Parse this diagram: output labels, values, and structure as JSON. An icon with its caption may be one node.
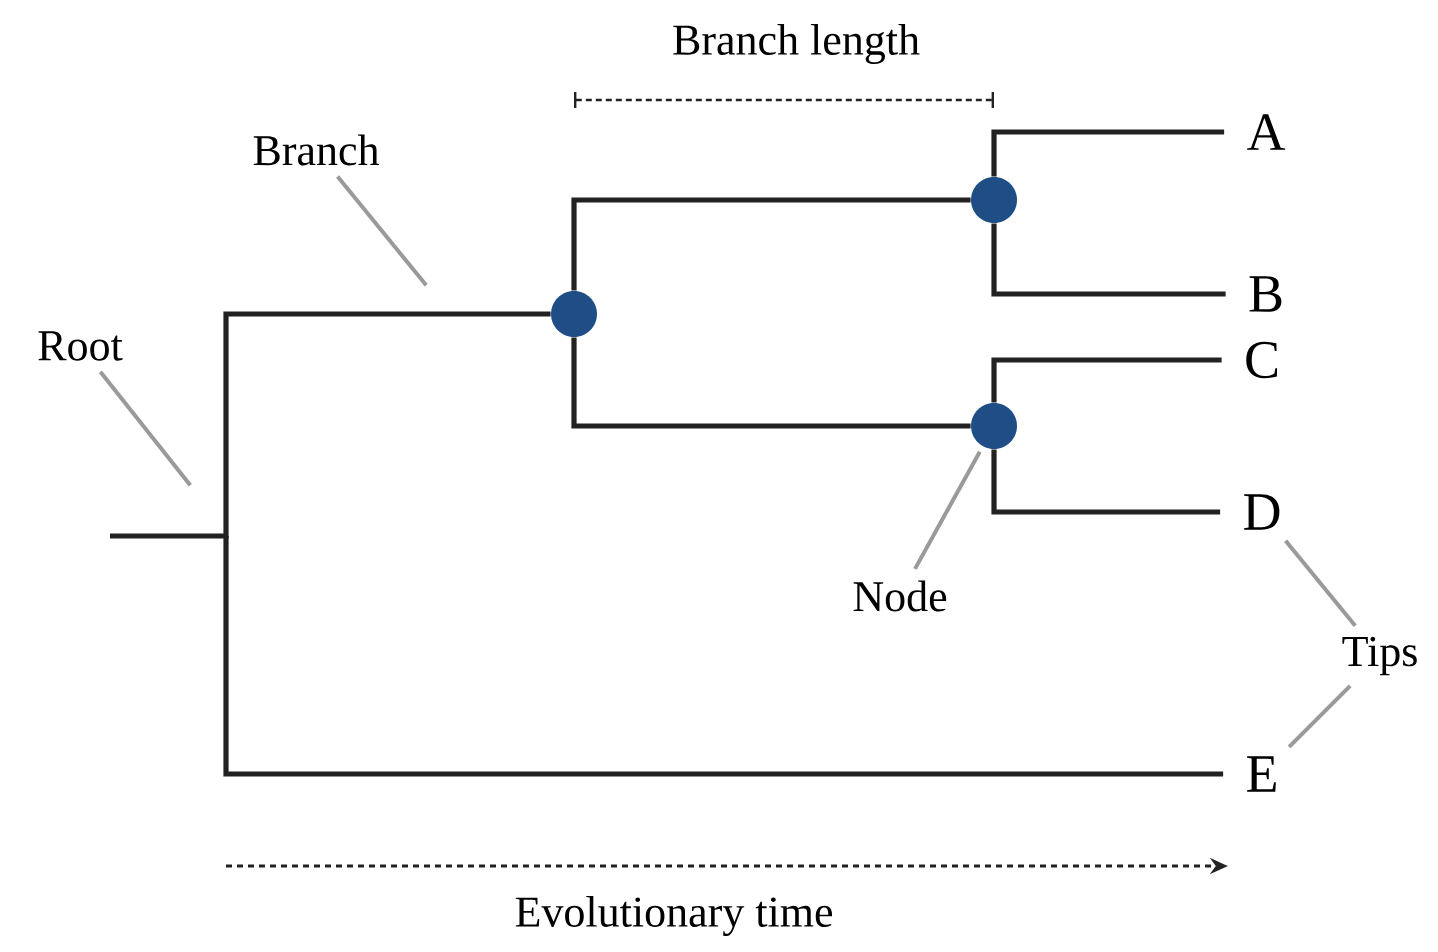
{
  "diagram": {
    "nodes": [
      {
        "text": [
          "Root"
        ]
      },
      {
        "text": [
          "Branch"
        ]
      },
      {
        "text": [
          "Node"
        ]
      },
      {
        "text": [
          "Tips"
        ]
      },
      {
        "text": [],
        "shape": "circle"
      },
      {
        "text": [],
        "shape": "circle"
      },
      {
        "text": [],
        "shape": "circle"
      },
      {
        "text": [
          "A"
        ]
      },
      {
        "text": [
          "B"
        ]
      },
      {
        "text": [
          "C"
        ]
      },
      {
        "text": [
          "D"
        ]
      },
      {
        "text": [
          "E"
        ]
      }
    ],
    "edges": [
      {
        "from": null,
        "to": 4,
        "arrow": "none"
      },
      {
        "from": null,
        "to": 11,
        "arrow": "none"
      },
      {
        "from": 4,
        "to": 5,
        "arrow": "none"
      },
      {
        "from": 4,
        "to": 6,
        "arrow": "none"
      },
      {
        "from": 5,
        "to": 7,
        "arrow": "none"
      },
      {
        "from": 5,
        "to": 8,
        "arrow": "none"
      },
      {
        "from": 6,
        "to": 9,
        "arrow": "none"
      },
      {
        "from": 6,
        "to": 10,
        "arrow": "none"
      },
      {
        "from": 0,
        "to": null,
        "arrow": "none",
        "color": "#9a9a9a"
      },
      {
        "from": 1,
        "to": null,
        "arrow": "none",
        "color": "#9a9a9a"
      },
      {
        "from": 2,
        "to": 6,
        "arrow": "none",
        "color": "#9a9a9a"
      },
      {
        "from": 3,
        "to": 10,
        "arrow": "none",
        "color": "#9a9a9a"
      },
      {
        "from": 3,
        "to": 11,
        "arrow": "none",
        "color": "#9a9a9a"
      }
    ],
    "labels": [
      "Branch length",
      "Evolutionary time"
    ]
  }
}
